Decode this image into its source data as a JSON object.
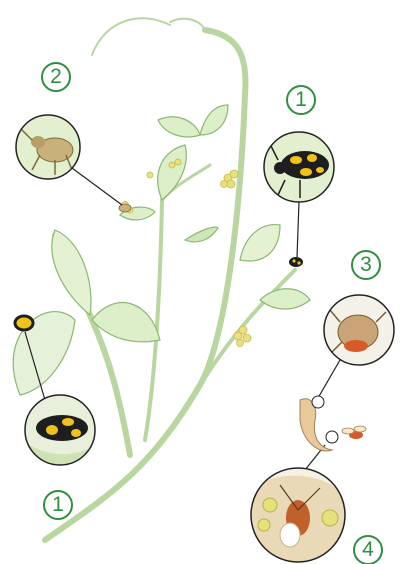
{
  "diagram": {
    "markers": [
      {
        "id": "marker-1-top",
        "label": "1"
      },
      {
        "id": "marker-1-bottom",
        "label": "1"
      },
      {
        "id": "marker-2",
        "label": "2"
      },
      {
        "id": "marker-3",
        "label": "3"
      },
      {
        "id": "marker-4",
        "label": "4"
      }
    ],
    "colors": {
      "marker": "#2f8f3f",
      "stem": "#c9e3b3",
      "leaf": "#d8ecc6",
      "leaf_dark": "#a9cf8e",
      "beetle_black": "#1e1e1e",
      "beetle_yellow": "#f0c21a",
      "flower": "#e6e27a",
      "weevil": "#c9b27a"
    },
    "icons": [
      "bean-plant",
      "blister-beetle",
      "weevil",
      "grub",
      "wasp",
      "pupa"
    ]
  }
}
